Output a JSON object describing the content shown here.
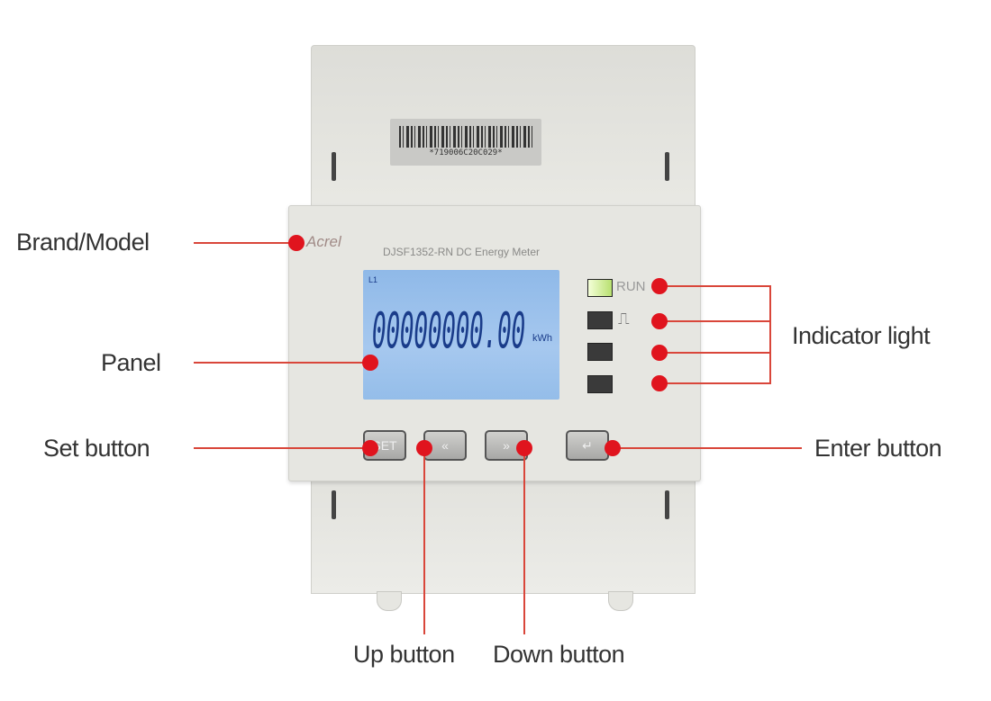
{
  "device": {
    "brand": "Acrel",
    "model": "DJSF1352-RN DC Energy Meter",
    "barcode": "*719006C20C029*",
    "lcd_reading": "00000000.00",
    "lcd_unit": "kWh",
    "lcd_indicator": "L1",
    "run_label": "RUN",
    "pulse_symbol": "⎍",
    "buttons": {
      "set": "SET",
      "up": "«",
      "down": "»",
      "enter": "↵"
    }
  },
  "callouts": {
    "brand_model": "Brand/Model",
    "panel": "Panel",
    "set_button": "Set button",
    "enter_button": "Enter button",
    "indicator_light": "Indicator light",
    "up_button": "Up button",
    "down_button": "Down button"
  },
  "colors": {
    "callout": "#e0141e",
    "lcd": "#a6c8ef"
  }
}
